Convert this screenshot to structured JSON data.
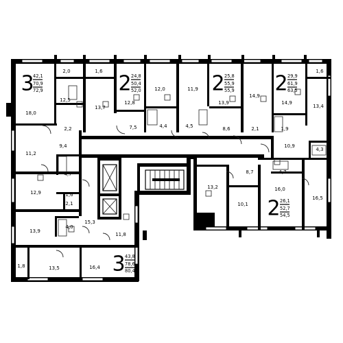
{
  "apartments": [
    {
      "rooms": "3",
      "areas": [
        "42,1",
        "70,9",
        "72,9"
      ]
    },
    {
      "rooms": "2",
      "areas": [
        "24,8",
        "50,4",
        "52,0"
      ]
    },
    {
      "rooms": "2",
      "areas": [
        "25,8",
        "55,9",
        "55,9"
      ]
    },
    {
      "rooms": "2",
      "areas": [
        "29,9",
        "61,9",
        "63,5"
      ]
    },
    {
      "rooms": "2",
      "areas": [
        "26,1",
        "52,7",
        "54,5"
      ]
    },
    {
      "rooms": "3",
      "areas": [
        "43,8",
        "78,6",
        "80,4"
      ]
    }
  ],
  "room_areas": [
    "2,0",
    "1,6",
    "12,0",
    "11,9",
    "1,6",
    "12,5",
    "13,7",
    "12,8",
    "13,9",
    "14,9",
    "14,9",
    "13,4",
    "18,0",
    "2,2",
    "7,5",
    "4,4",
    "4,5",
    "8,6",
    "2,1",
    "1,9",
    "9,4",
    "10,9",
    "4,3",
    "11,2",
    "4,7",
    "8,7",
    "13,2",
    "4,7",
    "16,0",
    "10,1",
    "16,5",
    "12,9",
    "1,6",
    "2,1",
    "1,8",
    "15,3",
    "13,9",
    "4,0",
    "11,8",
    "1,8",
    "13,5",
    "16,4"
  ]
}
